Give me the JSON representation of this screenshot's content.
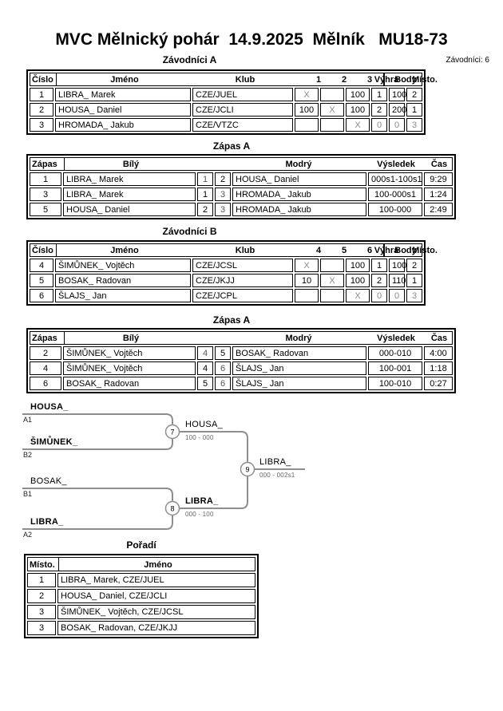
{
  "title": "MVC Mělnický pohár  14.9.2025  Mělník   MU18-73",
  "competitors_count_label": "Závodníci: 6",
  "groupA": {
    "label": "Závodníci A",
    "headers": {
      "cislo": "Číslo",
      "jmeno": "Jméno",
      "klub": "Klub",
      "g1": "1",
      "g2": "2",
      "g3": "3",
      "vyhra": "Výhra",
      "body": "Body",
      "misto": "Místo."
    },
    "rows": [
      {
        "num": "1",
        "name": "LIBRA_ Marek",
        "club": "CZE/JUEL",
        "r1": "X",
        "r2": "",
        "r3": "100",
        "wins": "1",
        "points": "100",
        "place": "2"
      },
      {
        "num": "2",
        "name": "HOUSA_ Daniel",
        "club": "CZE/JCLI",
        "r1": "100",
        "r2": "X",
        "r3": "100",
        "wins": "2",
        "points": "200",
        "place": "1"
      },
      {
        "num": "3",
        "name": "HROMADA_ Jakub",
        "club": "CZE/VTZC",
        "r1": "",
        "r2": "",
        "r3": "X",
        "wins": "0",
        "points": "0",
        "place": "3"
      }
    ]
  },
  "matchesA": {
    "label": "Zápas A",
    "headers": {
      "zapas": "Zápas",
      "bily": "Bílý",
      "modry": "Modrý",
      "vysledek": "Výsledek",
      "cas": "Čas"
    },
    "rows": [
      {
        "num": "1",
        "white": "LIBRA_ Marek",
        "wn": "1",
        "bn": "2",
        "blue": "HOUSA_ Daniel",
        "result": "000s1-100s1",
        "time": "9:29"
      },
      {
        "num": "3",
        "white": "LIBRA_ Marek",
        "wn": "1",
        "bn": "3",
        "blue": "HROMADA_ Jakub",
        "result": "100-000s1",
        "time": "1:24"
      },
      {
        "num": "5",
        "white": "HOUSA_ Daniel",
        "wn": "2",
        "bn": "3",
        "blue": "HROMADA_ Jakub",
        "result": "100-000",
        "time": "2:49"
      }
    ]
  },
  "groupB": {
    "label": "Závodníci B",
    "headers": {
      "cislo": "Číslo",
      "jmeno": "Jméno",
      "klub": "Klub",
      "g1": "4",
      "g2": "5",
      "g3": "6",
      "vyhra": "Výhra",
      "body": "Body",
      "misto": "Místo."
    },
    "rows": [
      {
        "num": "4",
        "name": "ŠIMŮNEK_ Vojtěch",
        "club": "CZE/JCSL",
        "r1": "X",
        "r2": "",
        "r3": "100",
        "wins": "1",
        "points": "100",
        "place": "2"
      },
      {
        "num": "5",
        "name": "BOSAK_ Radovan",
        "club": "CZE/JKJJ",
        "r1": "10",
        "r2": "X",
        "r3": "100",
        "wins": "2",
        "points": "110",
        "place": "1"
      },
      {
        "num": "6",
        "name": "ŠLAJS_ Jan",
        "club": "CZE/JCPL",
        "r1": "",
        "r2": "",
        "r3": "X",
        "wins": "0",
        "points": "0",
        "place": "3"
      }
    ]
  },
  "matchesB": {
    "label": "Zápas A",
    "headers": {
      "zapas": "Zápas",
      "bily": "Bílý",
      "modry": "Modrý",
      "vysledek": "Výsledek",
      "cas": "Čas"
    },
    "rows": [
      {
        "num": "2",
        "white": "ŠIMŮNEK_ Vojtěch",
        "wn": "4",
        "bn": "5",
        "blue": "BOSAK_ Radovan",
        "result": "000-010",
        "time": "4:00"
      },
      {
        "num": "4",
        "white": "ŠIMŮNEK_ Vojtěch",
        "wn": "4",
        "bn": "6",
        "blue": "ŠLAJS_ Jan",
        "result": "100-001",
        "time": "1:18"
      },
      {
        "num": "6",
        "white": "BOSAK_ Radovan",
        "wn": "5",
        "bn": "6",
        "blue": "ŠLAJS_ Jan",
        "result": "100-010",
        "time": "0:27"
      }
    ]
  },
  "bracket": {
    "seeds": [
      {
        "name": "HOUSA_",
        "code": "A1"
      },
      {
        "name": "ŠIMŮNEK_",
        "code": "B2"
      },
      {
        "name": "BOSAK_",
        "code": "B1"
      },
      {
        "name": "LIBRA_",
        "code": "A2"
      }
    ],
    "matches": [
      {
        "num": "7",
        "winner": "HOUSA_",
        "score": "100 - 000"
      },
      {
        "num": "8",
        "winner": "LIBRA_",
        "score": "000 - 100"
      },
      {
        "num": "9",
        "winner": "LIBRA_",
        "score": "000 - 002s1"
      }
    ]
  },
  "standings": {
    "label": "Pořadí",
    "headers": {
      "misto": "Místo.",
      "jmeno": "Jméno"
    },
    "rows": [
      {
        "place": "1",
        "name": "LIBRA_ Marek, CZE/JUEL"
      },
      {
        "place": "2",
        "name": "HOUSA_ Daniel, CZE/JCLI"
      },
      {
        "place": "3",
        "name": "ŠIMŮNEK_ Vojtěch, CZE/JCSL"
      },
      {
        "place": "3",
        "name": "BOSAK_ Radovan, CZE/JKJJ"
      }
    ]
  }
}
